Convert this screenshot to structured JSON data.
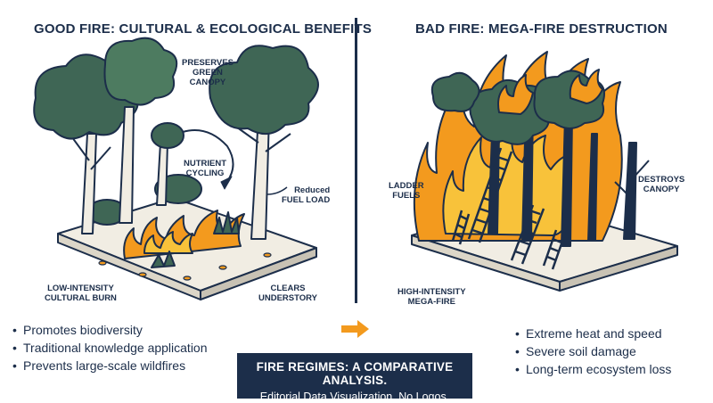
{
  "left_panel": {
    "title": "GOOD FIRE: CULTURAL & ECOLOGICAL BENEFITS",
    "labels": {
      "preserves": "PRESERVES\nGREEN\nCANOPY",
      "nutrient": "NUTRIENT\nCYCLING",
      "reduced": "Reduced\nFUEL LOAD",
      "low_intensity": "LOW-INTENSITY\nCULTURAL BURN",
      "clears": "CLEARS\nUNDERSTORY"
    },
    "bullets": [
      "Promotes biodiversity",
      "Traditional knowledge application",
      "Prevents large-scale wildfires"
    ]
  },
  "right_panel": {
    "title": "BAD FIRE: MEGA-FIRE DESTRUCTION",
    "labels": {
      "ladder": "LADDER\nFUELS",
      "destroys": "DESTROYS\nCANOPY",
      "high_intensity": "HIGH-INTENSITY\nMEGA-FIRE"
    },
    "bullets": [
      "Extreme heat and speed",
      "Severe soil damage",
      "Long-term ecosystem loss"
    ]
  },
  "banner": {
    "title": "FIRE REGIMES: A COMPARATIVE ANALYSIS.",
    "subtitle": "Editorial Data Visualization. No Logos."
  },
  "colors": {
    "navy": "#1c2e4a",
    "canopy_green": "#3f6655",
    "bright_green": "#4d7b60",
    "flame_orange": "#f39a1e",
    "flame_yellow": "#f8c23a",
    "ground": "#f1ede3"
  },
  "icons": [
    "tree-icon",
    "flame-icon",
    "ladder-icon",
    "arrow-right-icon",
    "cycle-arrow-icon"
  ]
}
